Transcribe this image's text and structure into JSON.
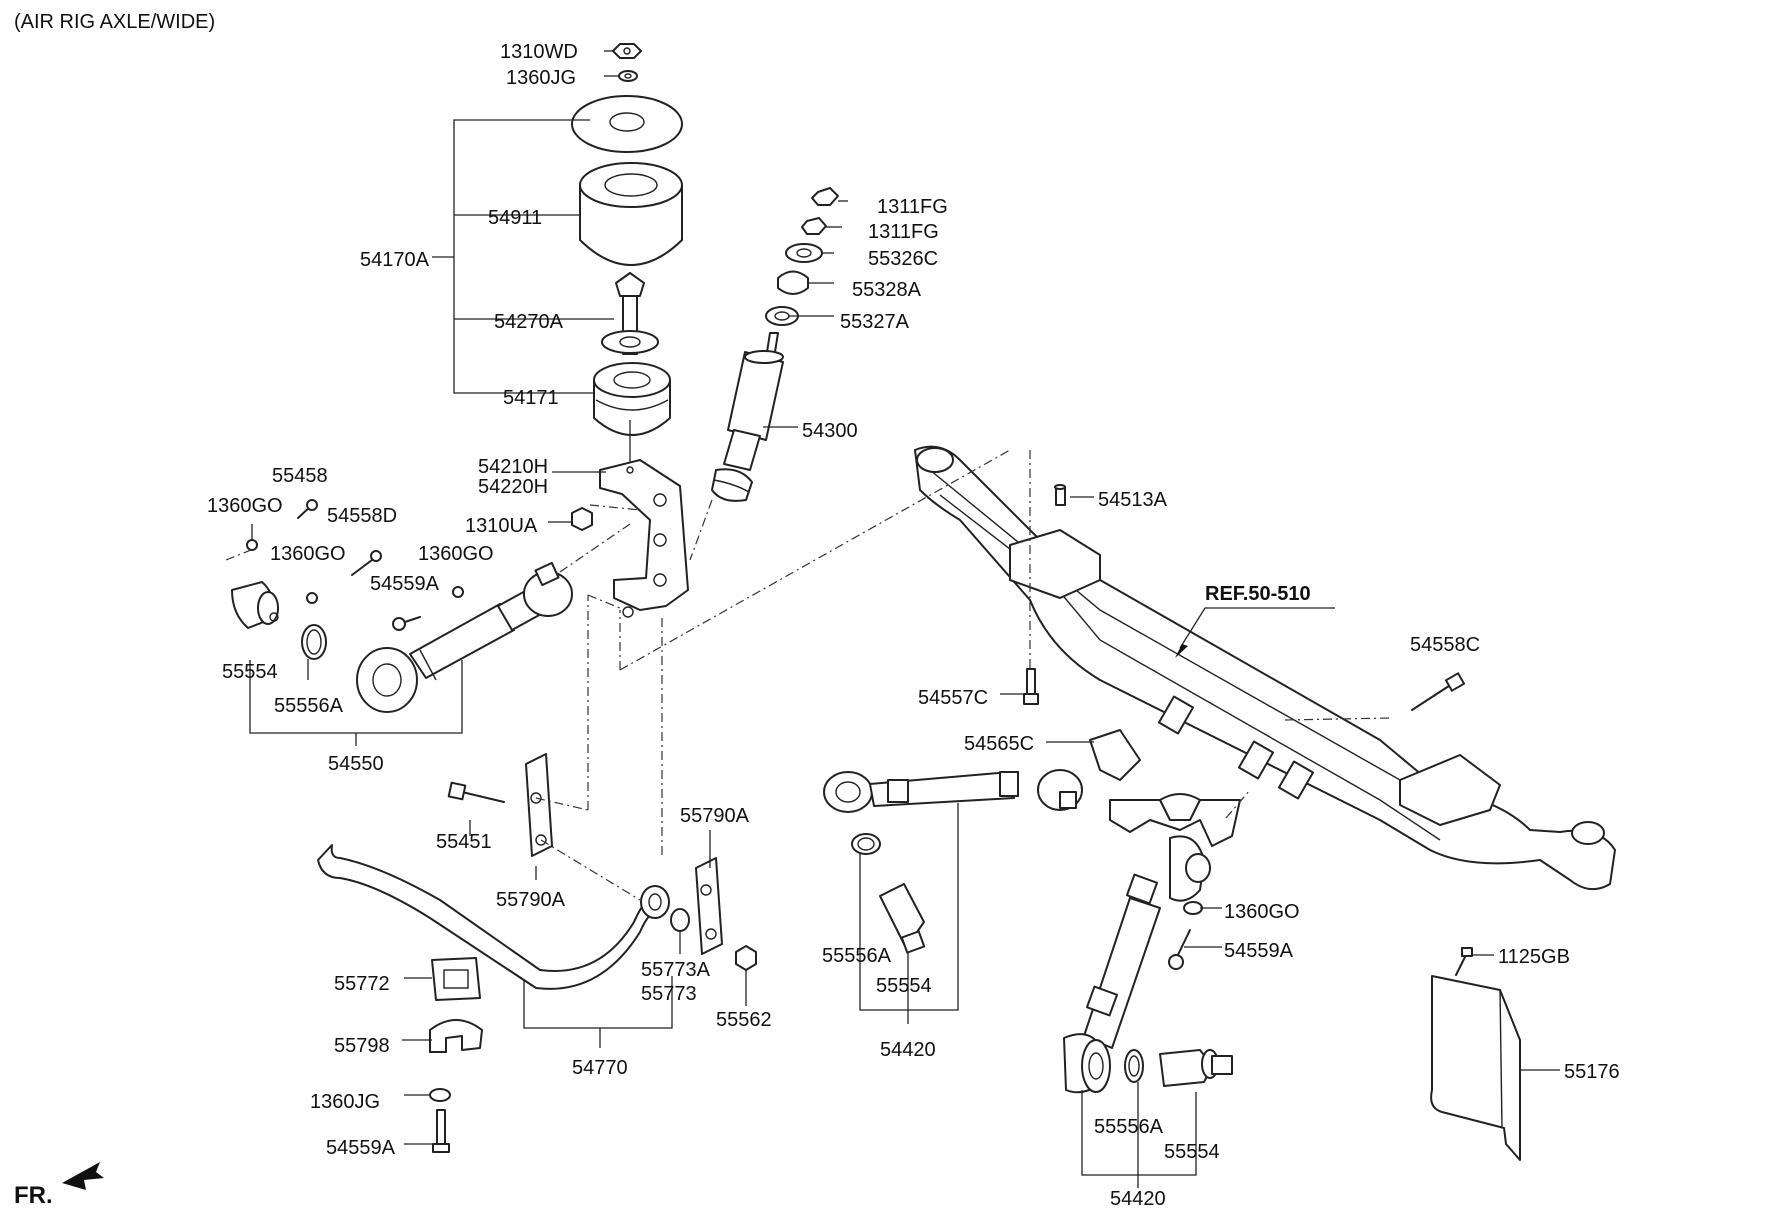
{
  "header": {
    "title": "(AIR RIG AXLE/WIDE)"
  },
  "footer": {
    "direction_label": "FR."
  },
  "reference": {
    "label": "REF.50-510"
  },
  "parts": {
    "p1310WD": "1310WD",
    "p1360JG_top": "1360JG",
    "p54911": "54911",
    "p54170A": "54170A",
    "p54270A": "54270A",
    "p54171": "54171",
    "p1311FG_a": "1311FG",
    "p1311FG_b": "1311FG",
    "p55326C": "55326C",
    "p55328A": "55328A",
    "p55327A": "55327A",
    "p54300": "54300",
    "p54210H": "54210H",
    "p54220H": "54220H",
    "p1310UA": "1310UA",
    "p55458": "55458",
    "p1360GO_a": "1360GO",
    "p54558D": "54558D",
    "p1360GO_b": "1360GO",
    "p1360GO_c": "1360GO",
    "p54559A_a": "54559A",
    "p55554_a": "55554",
    "p55556A_a": "55556A",
    "p54550": "54550",
    "p54513A": "54513A",
    "p54558C": "54558C",
    "p54557C": "54557C",
    "p54565C": "54565C",
    "p55451": "55451",
    "p55790A_a": "55790A",
    "p55790A_b": "55790A",
    "p55773A": "55773A",
    "p55773": "55773",
    "p55562": "55562",
    "p54770": "54770",
    "p55772": "55772",
    "p55798": "55798",
    "p1360JG_bot": "1360JG",
    "p54559A_b": "54559A",
    "p55556A_b": "55556A",
    "p55554_b": "55554",
    "p54420_a": "54420",
    "p1360GO_d": "1360GO",
    "p54559A_c": "54559A",
    "p55556A_c": "55556A",
    "p55554_c": "55554",
    "p54420_b": "54420",
    "p1125GB": "1125GB",
    "p55176": "55176"
  }
}
